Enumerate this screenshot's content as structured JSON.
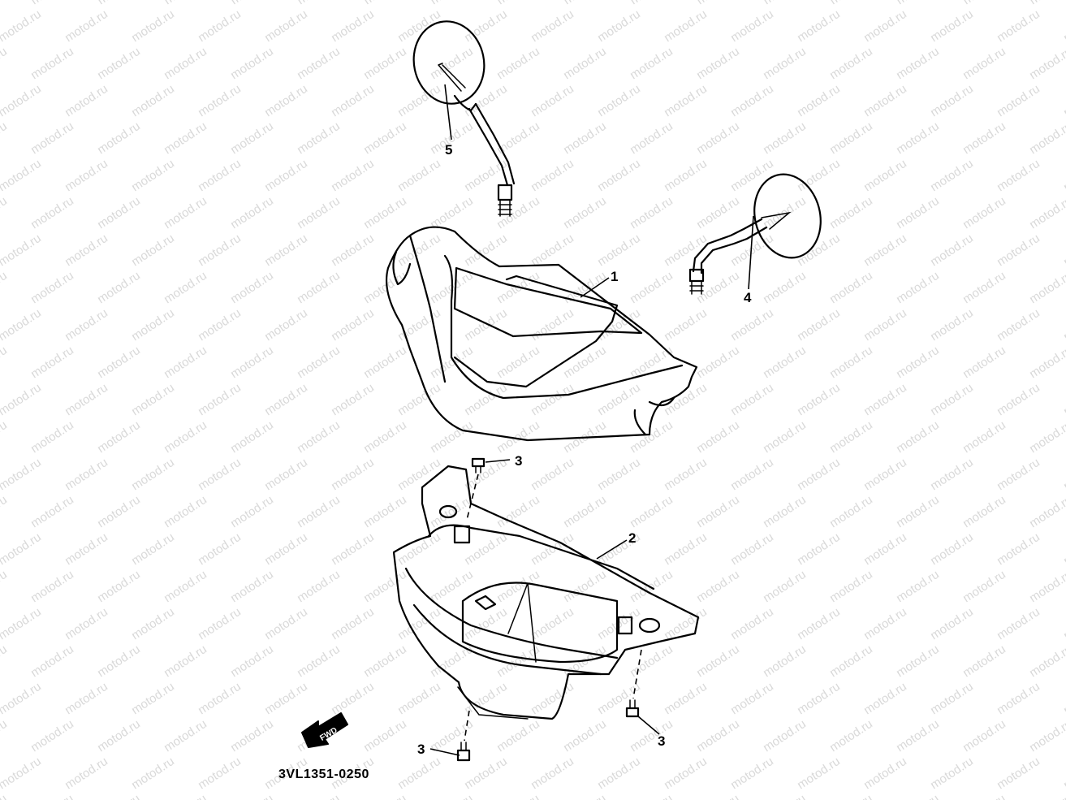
{
  "watermark": "motod.ru",
  "callouts": {
    "handlebar_cover_upper": "1",
    "handlebar_cover_lower": "2",
    "screw_top": "3",
    "screw_right": "3",
    "screw_bottom": "3",
    "mirror_right": "4",
    "mirror_left": "5"
  },
  "direction_arrow": "FWD",
  "diagram_code": "3VL1351-0250"
}
